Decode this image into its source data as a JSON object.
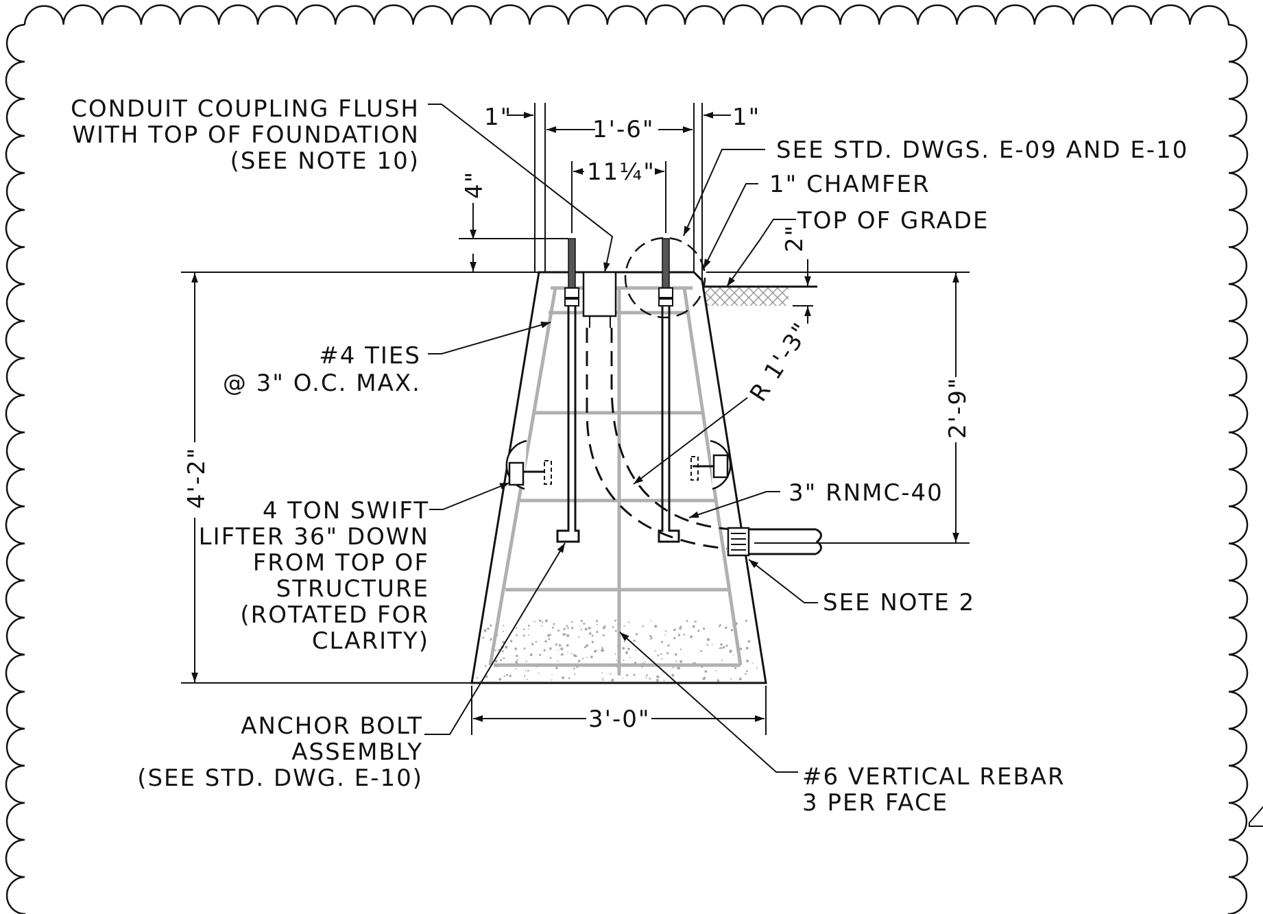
{
  "labels": {
    "conduit_coupling": [
      "CONDUIT COUPLING FLUSH",
      "WITH TOP OF FOUNDATION",
      "(SEE NOTE 10)"
    ],
    "see_std_dwgs": "SEE STD. DWGS. E-09 AND E-10",
    "chamfer": "1\" CHAMFER",
    "top_of_grade": "TOP OF GRADE",
    "ties": [
      "#4 TIES",
      "@ 3\" O.C. MAX."
    ],
    "swift_lifter": [
      "4 TON SWIFT",
      "LIFTER 36\" DOWN",
      "FROM TOP OF",
      "STRUCTURE",
      "(ROTATED FOR",
      "CLARITY)"
    ],
    "conduit": "3\" RNMC-40",
    "see_note_2": "SEE NOTE 2",
    "anchor_bolt": [
      "ANCHOR BOLT",
      "ASSEMBLY",
      "(SEE STD. DWG. E-10)"
    ],
    "vertical_rebar": [
      "#6 VERTICAL REBAR",
      "3 PER FACE"
    ],
    "radius": "R 1'-3\""
  },
  "dimensions": {
    "left_offset": "1\"",
    "top_width": "1'-6\"",
    "right_offset": "1\"",
    "bolt_spacing": "11¼\"",
    "bolt_projection": "4\"",
    "grade_drop": "2\"",
    "total_height": "4'-2\"",
    "conduit_depth": "2'-9\"",
    "base_width": "3'-0\""
  }
}
